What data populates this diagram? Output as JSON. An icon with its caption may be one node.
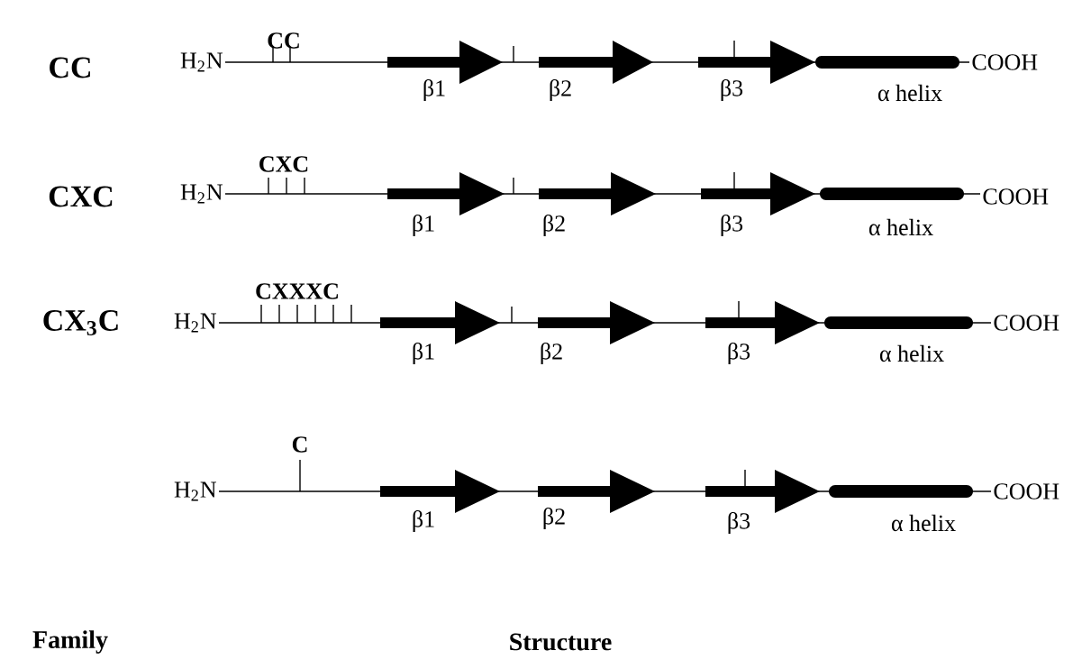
{
  "diagram": {
    "labels": [
      "CC",
      "CC",
      "H$_{2}$N",
      "COOH",
      "β1",
      "β2",
      "β3",
      "α helix",
      "CXC",
      "CXC",
      "H$_{2}$N",
      "COOH",
      "β1",
      "β2",
      "β3",
      "α helix",
      "CXXXC",
      "CX$_{3}$C",
      "H$_{2}$N",
      "COOH",
      "β1",
      "β2",
      "β3",
      "α helix",
      "C",
      "H$_{2}$N",
      "COOH",
      "β1",
      "β2",
      "β3",
      "α helix",
      "Family",
      "Structure"
    ]
  }
}
